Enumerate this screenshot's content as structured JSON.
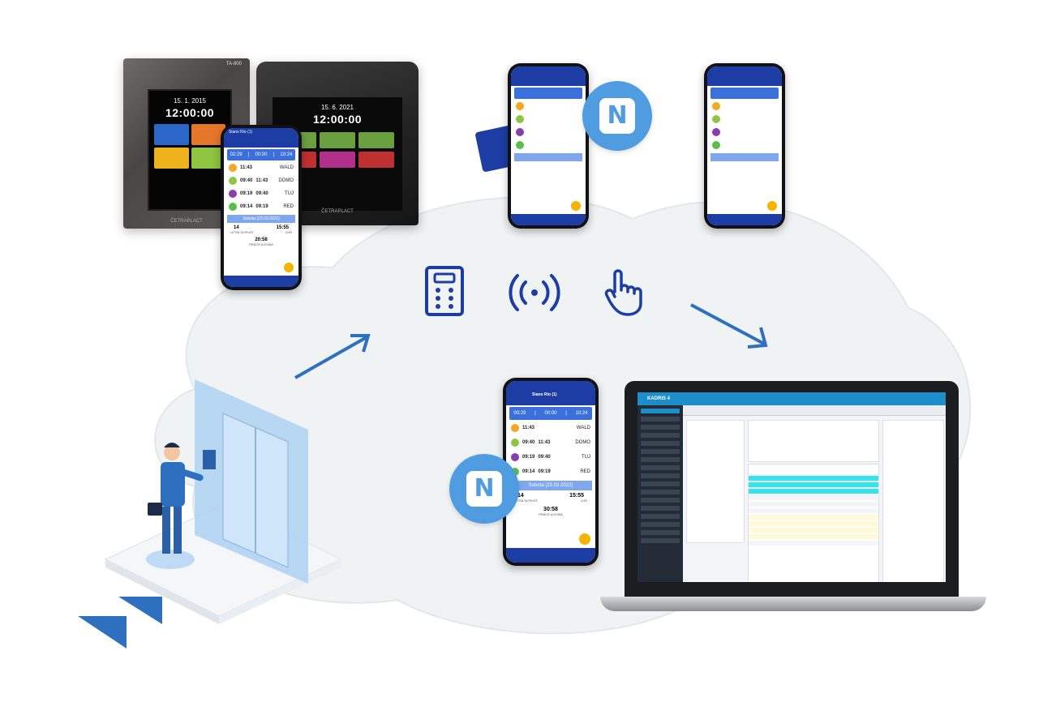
{
  "terminal_ta800": {
    "brand": "TA-800",
    "date": "15. 1. 2015",
    "time": "12:00:00",
    "logo": "ČETRAPLACT"
  },
  "terminal_2": {
    "date": "15. 6. 2021",
    "time": "12:00:00",
    "logo": "ČETRAPLACT"
  },
  "app_phone": {
    "user": "Siano Rio (1)",
    "summary": [
      "02:29",
      "|",
      "00:00",
      "|",
      "10:24"
    ],
    "rows": [
      {
        "t1": "11:43",
        "t2": "WALD"
      },
      {
        "t1": "09:40",
        "t2": "11:43",
        "t3": "DOMO"
      },
      {
        "t1": "09:19",
        "t2": "09:40",
        "t3": "TUJ"
      },
      {
        "t1": "09:14",
        "t2": "09:19",
        "t3": "RED"
      }
    ],
    "band": "Sobota (23.03.2022)",
    "stat_left": "14",
    "stat_left_label": "LETNÍ DOPUST",
    "stat_right": "15:55",
    "stat_right_label": "LHŮ",
    "stat_mid": "20:58",
    "stat_mid_label": "PRÁCE A DOBA"
  },
  "phone_big": {
    "user": "Siano Rio (1)",
    "summary": [
      "00:29",
      "|",
      "00:00",
      "|",
      "10:24"
    ],
    "rows": [
      {
        "t1": "11:43",
        "t2": "WALD"
      },
      {
        "t1": "09:40",
        "t2": "11:43",
        "t3": "DOMO"
      },
      {
        "t1": "09:19",
        "t2": "09:40",
        "t3": "TUJ"
      },
      {
        "t1": "09:14",
        "t2": "09:19",
        "t3": "RED"
      }
    ],
    "band": "Sobota (23.03.2022)",
    "stat_left": "14",
    "stat_left_label": "LETNÍ DOPUST",
    "stat_right": "15:55",
    "stat_right_label": "LHŮ",
    "stat_mid": "30:58",
    "stat_mid_label": "PRÁCE A DOBA"
  },
  "laptop": {
    "app_title": "KADRIS 4"
  },
  "colors": {
    "brand_blue": "#1d3da4",
    "nfc_blue": "#4f9ce0",
    "accent_arrow": "#2e6fc0",
    "cloud": "#eef2f3"
  }
}
